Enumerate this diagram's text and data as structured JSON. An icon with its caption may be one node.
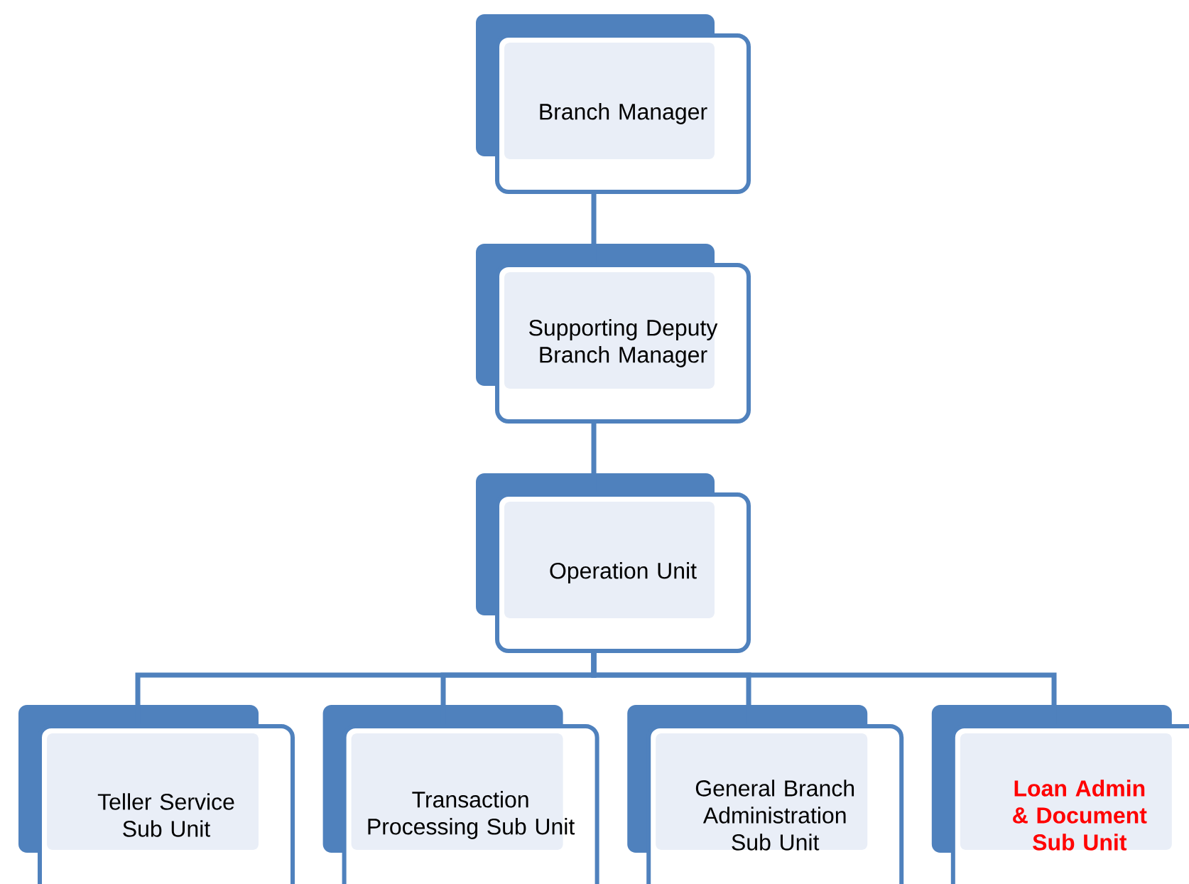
{
  "diagram": {
    "nodes": [
      {
        "text": [
          "Branch Manager"
        ]
      },
      {
        "text": [
          "Supporting Deputy Branch Manager"
        ]
      },
      {
        "text": [
          "Operation Unit"
        ]
      },
      {
        "text": [
          "Teller Service Sub Unit"
        ]
      },
      {
        "text": [
          "Transaction Processing Sub Unit"
        ]
      },
      {
        "text": [
          "General Branch Administration Sub Unit"
        ]
      },
      {
        "text": [
          "Loan Admin & Document Sub Unit"
        ]
      }
    ],
    "edges": [
      {
        "from": 0,
        "to": 1,
        "arrow": "none"
      },
      {
        "from": 1,
        "to": 2,
        "arrow": "none"
      },
      {
        "from": 2,
        "to": 3,
        "arrow": "none"
      },
      {
        "from": 2,
        "to": 4,
        "arrow": "none"
      },
      {
        "from": 2,
        "to": 5,
        "arrow": "none"
      },
      {
        "from": 2,
        "to": 6,
        "arrow": "none"
      }
    ]
  }
}
